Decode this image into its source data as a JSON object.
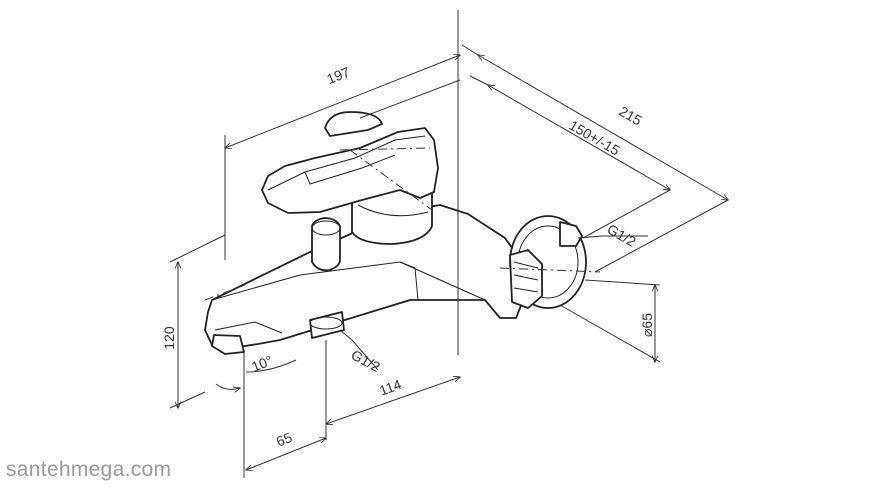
{
  "dimensions": {
    "top_width": "197",
    "overall_length": "215",
    "center_distance": "150+/-15",
    "connection_thread_back": "G1/2",
    "flange_diameter": "⌀65",
    "height": "120",
    "spout_angle": "10°",
    "connection_thread_bottom": "G1/2",
    "spout_reach": "114",
    "outlet_offset": "65"
  },
  "watermark": "santehmega.com"
}
